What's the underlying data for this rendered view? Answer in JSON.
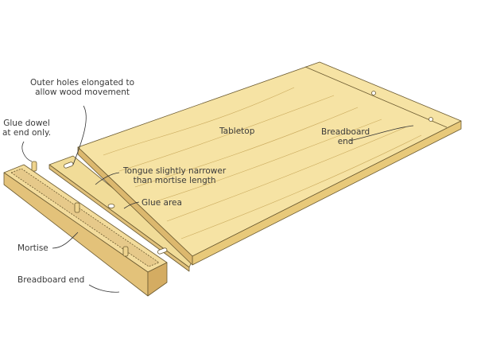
{
  "labels": {
    "outer_holes": [
      "Outer holes elongated to",
      "allow wood movement"
    ],
    "glue_dowel": [
      "Glue dowel",
      "at end only."
    ],
    "tabletop": "Tabletop",
    "breadboard_end_right": [
      "Breadboard",
      "end"
    ],
    "tongue": [
      "Tongue slightly narrower",
      "than mortise length"
    ],
    "glue_area": "Glue area",
    "mortise": "Mortise",
    "breadboard_end_left": "Breadboard end"
  },
  "colors": {
    "wood_top": "#f6e3a4",
    "wood_edge": "#e8c97a",
    "wood_dark": "#d9b266",
    "outline": "#6b5a30",
    "mortise": "#e6c98a"
  }
}
